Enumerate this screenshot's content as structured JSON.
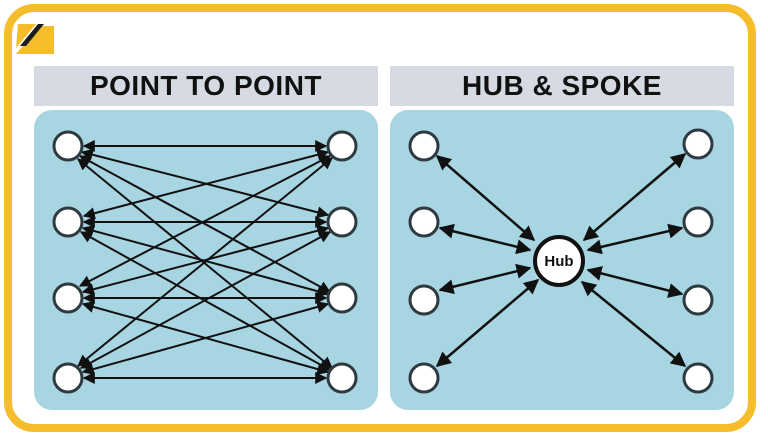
{
  "left_panel": {
    "title": "POINT TO POINT"
  },
  "right_panel": {
    "title": "HUB & SPOKE",
    "hub_label": "Hub"
  },
  "colors": {
    "frame": "#f5bd2b",
    "title_bar": "#d6dbe3",
    "panel": "#a8d5e2",
    "node_fill": "#ffffff",
    "node_stroke": "#2e3a40",
    "arrow": "#111111"
  },
  "icons": [
    "brand-logo-icon"
  ]
}
